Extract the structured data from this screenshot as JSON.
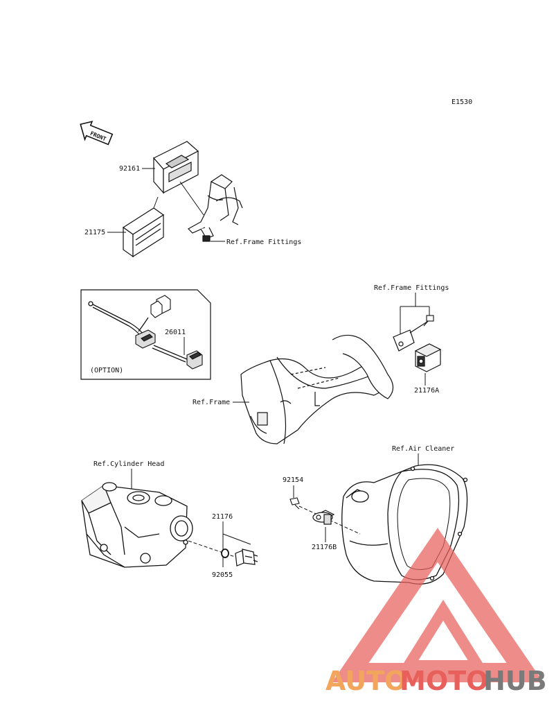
{
  "diagram": {
    "code": "E1530",
    "front_label": "FRONT",
    "option_label": "(OPTION)",
    "parts": [
      {
        "id": "p92161",
        "number": "92161"
      },
      {
        "id": "p21175",
        "number": "21175"
      },
      {
        "id": "p26011",
        "number": "26011"
      },
      {
        "id": "p21176A",
        "number": "21176A"
      },
      {
        "id": "p21176",
        "number": "21176"
      },
      {
        "id": "p92055",
        "number": "92055"
      },
      {
        "id": "p92154",
        "number": "92154"
      },
      {
        "id": "p21176B",
        "number": "21176B"
      }
    ],
    "references": {
      "frame_fittings_1": "Ref.Frame Fittings",
      "frame_fittings_2": "Ref.Frame Fittings",
      "frame": "Ref.Frame",
      "cylinder_head": "Ref.Cylinder Head",
      "air_cleaner": "Ref.Air Cleaner"
    }
  },
  "watermark": {
    "part1": "AUTO",
    "part2": "MOTO",
    "part3": "HUB",
    "color_orange": "#f2a55c",
    "color_red": "#e8605c",
    "color_gray": "#7a7a7a"
  }
}
